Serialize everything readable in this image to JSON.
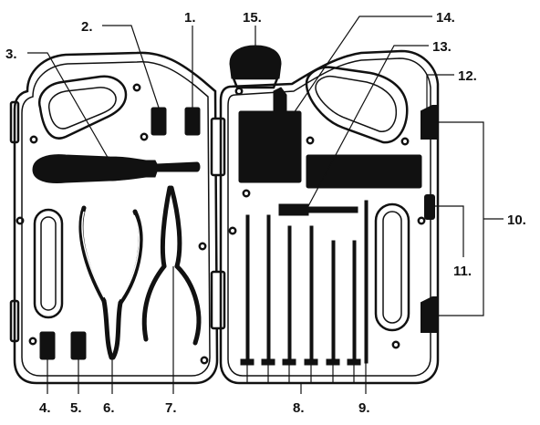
{
  "colors": {
    "ink": "#111111",
    "paper": "#ffffff"
  },
  "callouts": [
    {
      "id": "c1",
      "label": "1."
    },
    {
      "id": "c2",
      "label": "2."
    },
    {
      "id": "c3",
      "label": "3."
    },
    {
      "id": "c4",
      "label": "4."
    },
    {
      "id": "c5",
      "label": "5."
    },
    {
      "id": "c6",
      "label": "6."
    },
    {
      "id": "c7",
      "label": "7."
    },
    {
      "id": "c8",
      "label": "8."
    },
    {
      "id": "c9",
      "label": "9."
    },
    {
      "id": "c10",
      "label": "10."
    },
    {
      "id": "c11",
      "label": "11."
    },
    {
      "id": "c12",
      "label": "12."
    },
    {
      "id": "c13",
      "label": "13."
    },
    {
      "id": "c14",
      "label": "14."
    },
    {
      "id": "c15",
      "label": "15."
    }
  ]
}
